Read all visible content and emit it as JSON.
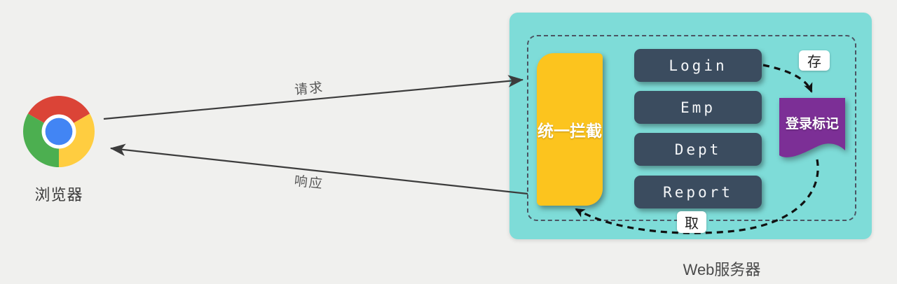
{
  "browser": {
    "label": "浏览器",
    "icon": "chrome-browser-icon"
  },
  "flow": {
    "request_label": "请求",
    "response_label": "响应"
  },
  "server": {
    "title": "Web服务器",
    "interceptor_label": "统一拦截",
    "modules": [
      {
        "label": "Login"
      },
      {
        "label": "Emp"
      },
      {
        "label": "Dept"
      },
      {
        "label": "Report"
      }
    ],
    "token_label": "登录标记",
    "store_label": "存",
    "fetch_label": "取"
  },
  "colors": {
    "canvas_bg": "#f0f0ee",
    "server_panel": "#7edcd8",
    "interceptor": "#fcc41e",
    "module_box": "#3b4c5f",
    "token": "#7c2f96",
    "arrow": "#3c3c3c",
    "dashed_arrow": "#111111",
    "chrome_red": "#db4437",
    "chrome_green": "#4caf50",
    "chrome_yellow": "#ffcd40",
    "chrome_blue": "#4285f4"
  }
}
